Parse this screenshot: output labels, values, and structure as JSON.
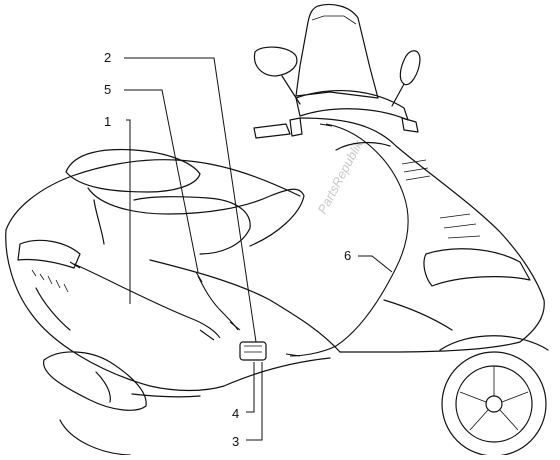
{
  "diagram": {
    "callouts": [
      {
        "id": "1",
        "label": "1"
      },
      {
        "id": "2",
        "label": "2"
      },
      {
        "id": "3",
        "label": "3"
      },
      {
        "id": "4",
        "label": "4"
      },
      {
        "id": "5",
        "label": "5"
      },
      {
        "id": "6",
        "label": "6"
      }
    ],
    "watermark": "PartsRepublik",
    "colors": {
      "line": "#111111",
      "background": "#ffffff",
      "watermark": "#c9c9c9"
    }
  }
}
